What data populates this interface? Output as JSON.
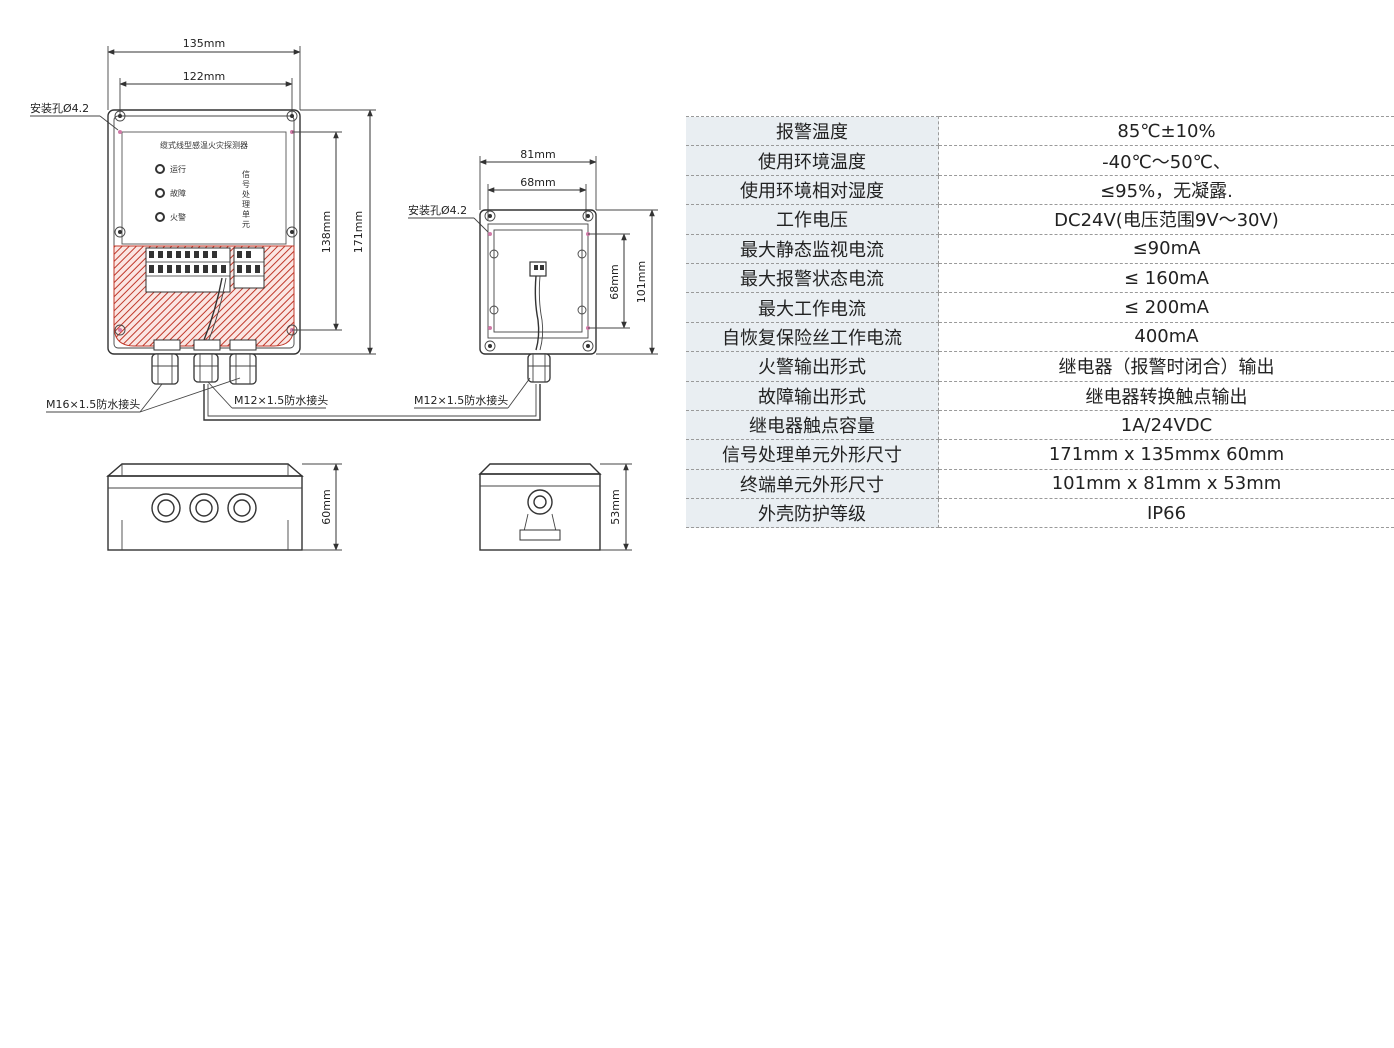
{
  "drawing": {
    "labels": {
      "main_width": "135mm",
      "main_hole_span": "122mm",
      "main_mount_hole": "安装孔Ø4.2",
      "main_panel_title": "缆式线型感温火灾探测器",
      "led_run": "运行",
      "led_fault": "故障",
      "led_fire": "火警",
      "unit_vertical_text": "信号处理单元",
      "main_hole_height": "138mm",
      "main_height": "171mm",
      "gland_m16": "M16×1.5防水接头",
      "gland_m12_main": "M12×1.5防水接头",
      "term_width": "81mm",
      "term_hole_span": "68mm",
      "term_mount_hole": "安装孔Ø4.2",
      "term_hole_height": "68mm",
      "term_height": "101mm",
      "gland_m12_term": "M12×1.5防水接头",
      "main_depth": "60mm",
      "term_depth": "53mm"
    },
    "colors": {
      "terminal_area": "#c0392b",
      "line": "#333333"
    }
  },
  "specs": [
    {
      "label": "报警温度",
      "value": "85℃±10%"
    },
    {
      "label": "使用环境温度",
      "value": "-40℃～50℃、"
    },
    {
      "label": "使用环境相对湿度",
      "value": "≤95%，无凝露."
    },
    {
      "label": "工作电压",
      "value": "DC24V(电压范围9V～30V)"
    },
    {
      "label": "最大静态监视电流",
      "value": "≤90mA"
    },
    {
      "label": "最大报警状态电流",
      "value": "≤ 160mA"
    },
    {
      "label": "最大工作电流",
      "value": "≤ 200mA"
    },
    {
      "label": "自恢复保险丝工作电流",
      "value": "400mA"
    },
    {
      "label": "火警输出形式",
      "value": "继电器（报警时闭合）输出"
    },
    {
      "label": "故障输出形式",
      "value": "继电器转换触点输出"
    },
    {
      "label": "继电器触点容量",
      "value": "1A/24VDC"
    },
    {
      "label": "信号处理单元外形尺寸",
      "value": "171mm x 135mmx 60mm"
    },
    {
      "label": "终端单元外形尺寸",
      "value": "101mm x 81mm x 53mm"
    },
    {
      "label": "外壳防护等级",
      "value": "IP66"
    }
  ]
}
